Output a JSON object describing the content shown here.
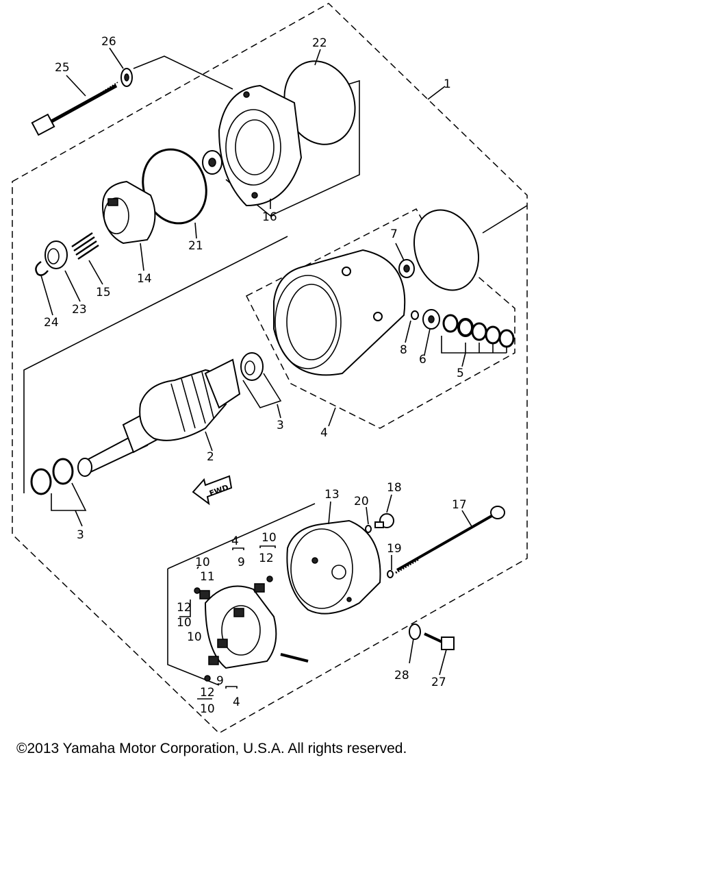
{
  "labels": {
    "l1": "1",
    "l2": "2",
    "l3a": "3",
    "l3b": "3",
    "l4a": "4",
    "l4b": "4",
    "l4c": "4",
    "l5": "5",
    "l6": "6",
    "l7": "7",
    "l8": "8",
    "l9a": "9",
    "l9b": "9",
    "l10a": "10",
    "l10b": "10",
    "l10c": "10",
    "l10d": "10",
    "l10e": "10",
    "l11": "11",
    "l12a": "12",
    "l12b": "12",
    "l12c": "12",
    "l13": "13",
    "l14": "14",
    "l15": "15",
    "l16": "16",
    "l17": "17",
    "l18": "18",
    "l19": "19",
    "l20": "20",
    "l21": "21",
    "l22": "22",
    "l23": "23",
    "l24": "24",
    "l25": "25",
    "l26": "26",
    "l27": "27",
    "l28": "28"
  },
  "fwd_arrow": "FWD",
  "copyright": "©2013 Yamaha Motor Corporation, U.S.A. All rights reserved."
}
